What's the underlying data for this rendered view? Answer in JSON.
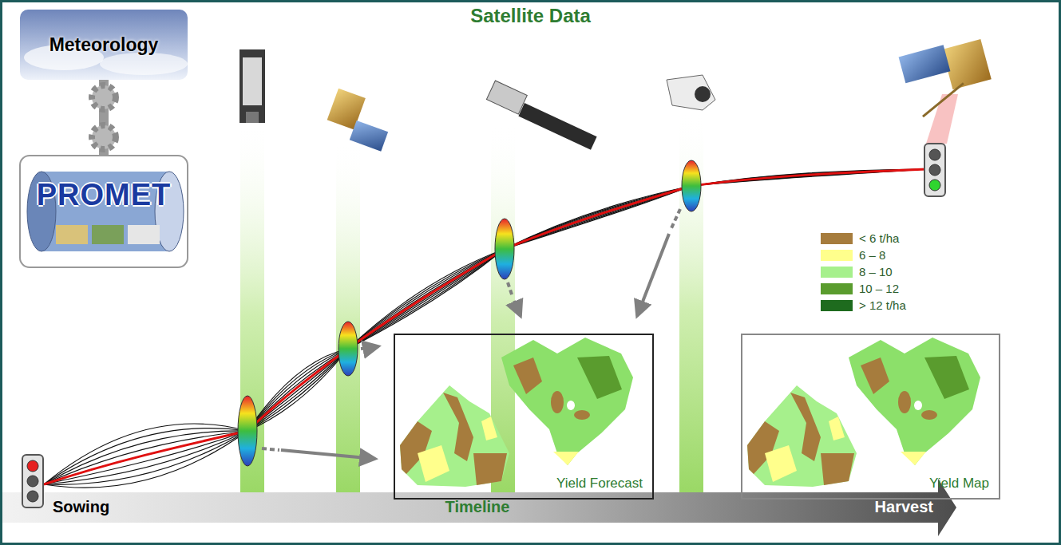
{
  "diagram": {
    "title": "Satellite Data",
    "nodes": [
      {
        "text": [
          "Meteorology"
        ]
      },
      {
        "text": [
          "PROMET"
        ]
      },
      {
        "text": [
          "Yield Forecast"
        ]
      },
      {
        "text": [
          "Yield Map"
        ]
      }
    ],
    "edges": [
      {
        "from": 0,
        "to": 1,
        "arrow": "none"
      }
    ],
    "labels": [
      "Sowing",
      "Timeline",
      "Harvest"
    ],
    "legend": [
      {
        "text": "< 6 t/ha",
        "color": "#a67c3d"
      },
      {
        "text": "6 – 8",
        "color": "#ffff8c"
      },
      {
        "text": "8 – 10",
        "color": "#a6f08c"
      },
      {
        "text": "10 – 12",
        "color": "#5a9c2e"
      },
      {
        "text": "> 12 t/ha",
        "color": "#1e6b1e"
      }
    ]
  }
}
